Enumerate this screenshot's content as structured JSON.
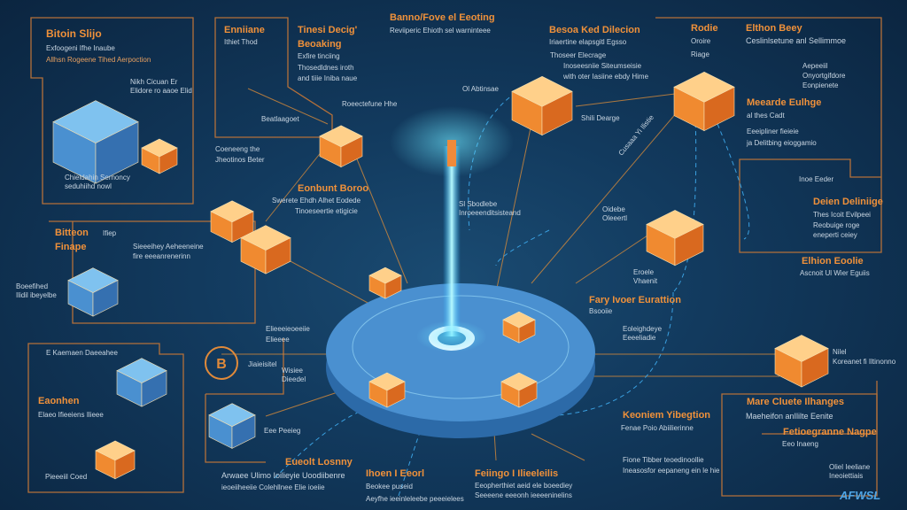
{
  "colors": {
    "background": "#123a5e",
    "accent_orange": "#f0913a",
    "disc_blue": "#4a90d0",
    "beam_cyan": "#4ff0ff",
    "text": "#c9d6e2"
  },
  "labels": {
    "top_left_title": "Bitoin Slijo",
    "top_left_sub1": "Exfoogeni Ifhe Inaube",
    "top_left_sub2": "Allhsn Rogeene Tihed Aerpoction",
    "nikh": "Nikh Cicuan Er",
    "nikh2": "Elidore ro aaoe Elid",
    "chie": "Chieidahin Sernoncy",
    "chie2": "seduhiihd nowl",
    "enniiane": "Enniiane",
    "ithiet": "Ithiet Thod",
    "tinesi": "Tinesi Decig'",
    "beoaking": "Beoaking",
    "exfire": "Exfire tinciing",
    "thosed": "Thosedldnes iroth",
    "andtiiie": "and tiiie Iniba naue",
    "roeect": "Roeectefune Hhe",
    "beatlaagoet": "Beatlaagoet",
    "coeneeng": "Coeneeng the",
    "jheotinos": "Jheotinos Beter",
    "eonbunt": "Eonbunt Boroo",
    "swerete": "Swerete Ehdh Alhet Eodede",
    "tinoese": "Tinoeseertie etigicie",
    "top_center_title": "Banno/Fove el Eeoting",
    "top_center_sub": "Reviiperic Ehioth sel warninteee",
    "besoa": "Besoa Ked Dilecion",
    "iriaer": "Iriaertine elapsgitl Egsso",
    "thoseer": "Thoseer Elecrage",
    "inosee": "Inoseesniie Siteumseisie",
    "withoter": "with oter Iasiine ebdy Hime",
    "olabt": "Ol Abtinsae",
    "shili": "Shili Dearge",
    "cusaaa": "Cusaaa Yi Ilistie",
    "slsbod": "Sl Sbodlebe",
    "inroee": "Inroeeenditsisteand",
    "oidebe": "Oidebe",
    "oleeertl": "Oleeertl",
    "rodie": "Rodie",
    "oroire": "Oroire",
    "riage": "Riage",
    "elthon": "Elthon Beey",
    "ceslin": "Ceslinlsetune anl Sellimmoe",
    "aepeeiil": "Aepeeiil",
    "onyort": "Onyortgifdore",
    "eonpien": "Eonpienete",
    "meearde": "Meearde Eulhge",
    "althes": "al thes Cadt",
    "eeipl": "Eeeipliner fieieie",
    "jadel": "ja Delitbing eioggamio",
    "inoeeder": "Inoe Eeder",
    "deien": "Deien Deliniige",
    "thesicoit": "Thes Icoit Evilpeei",
    "reobuige": "Reobuige roge",
    "eneperti": "eneperti ceiey",
    "elhion": "Elhion Eoolie",
    "ascnoit": "Ascnoit Ul Wier Eguiis",
    "eroele": "Eroele",
    "vhaenit": "Vhaenit",
    "fary": "Fary Ivoer Eurattion",
    "bsooiie": "Bsooiie",
    "eoleigh": "Eoleighdeye",
    "eeeeliadie": "Eeeeliadie",
    "nilel": "Nilel",
    "koreanet": "Koreanet fi Iltinonno",
    "mare": "Mare Cluete Ilhanges",
    "maeheifon": "Maeheifon anIlilte Eenite",
    "fetioeg": "Fetioegranne Nagpe",
    "eeoinaeng": "Eeo Inaeng",
    "oliel": "Oliel Ieeliane",
    "ineoiet": "Ineoiettiais",
    "keoniem": "Keoniem Yibegtion",
    "fenae": "Fenae Poio Abiilierinne",
    "fione": "Fione Tibber teoedinoollie",
    "ineasos": "Ineasosfor eepaneng ein le hie",
    "feiingo": "Feiingo I Ilieeleilis",
    "eeopher": "Eeopherthiet aeid ele boeediey",
    "seeeene": "Seeeene eeeonh ieeeeninelins",
    "ihoen": "Ihoen I Eeorl",
    "beokee": "Beokee puseid",
    "aeyfhe": "Aeyfhe ieeinleleebe peeeielees",
    "eueolt": "Eueolt Losnny",
    "arwaee": "Arwaee Ulimo Ioilieyie Uoodiibenre",
    "ieoeii": "ieoeiiheeiie Colehllnee Elie ioeiie",
    "ekaem": "E Kaemaen Daeeahee",
    "eaonhen": "Eaonhen",
    "elaeo": "Elaeo Ifieeiens Ilieee",
    "pieeeiil": "Pieeeiil Coed",
    "bitteon": "Bitteon",
    "finape": "Finape",
    "ifiep": "Ifiep",
    "sieee": "Sieeeihey Aeheeneine",
    "fireee": "fire eeeanrenerinn",
    "boeefihed": "Boeefihed",
    "ilidil": "Ilidil ibeyelbe",
    "elieee1": "Elieeeieoeeiie",
    "elieee2": "Elieeee",
    "jiaie": "Jiaieisitel",
    "wisiee": "Wisiee",
    "dieedel": "Dieedel",
    "eeepeeieg": "Eee Peeieg",
    "bitcoin_symbol": "B"
  },
  "logo": "AFWSL"
}
